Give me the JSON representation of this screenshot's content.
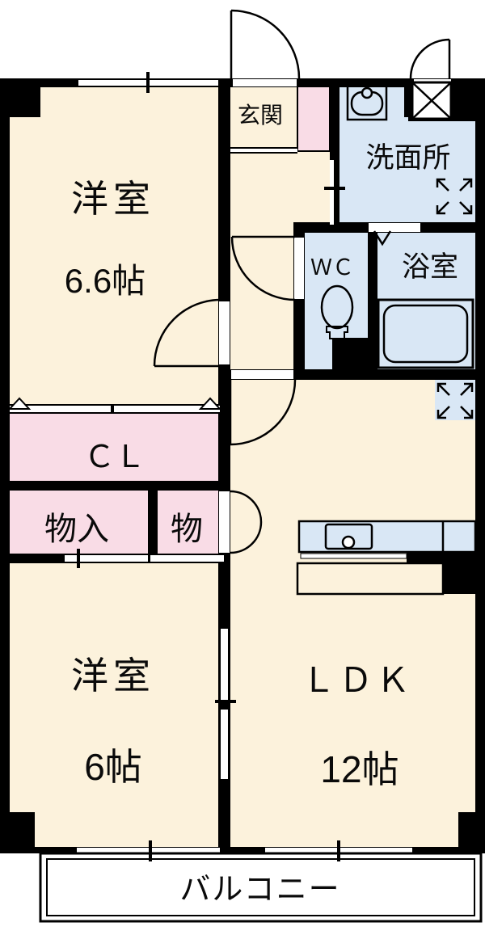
{
  "rooms": {
    "bedroom_top": {
      "label": "洋室",
      "size": "6.6帖"
    },
    "genkan": {
      "label": "玄関"
    },
    "washroom": {
      "label": "洗面所"
    },
    "wc": {
      "label": "ＷＣ"
    },
    "bath": {
      "label": "浴室"
    },
    "closet": {
      "label": "ＣＬ"
    },
    "storage_large": {
      "label": "物入"
    },
    "storage_small": {
      "label": "物"
    },
    "bedroom_bottom": {
      "label": "洋室",
      "size": "6帖"
    },
    "ldk": {
      "label": "ＬＤＫ",
      "size": "12帖"
    },
    "balcony": {
      "label": "バルコニー"
    }
  },
  "colors": {
    "wall": "#000000",
    "room_floor": "#fcf2dc",
    "closet_floor": "#f9dce6",
    "wet_area": "#d9e7f5",
    "outside": "#ffffff"
  }
}
